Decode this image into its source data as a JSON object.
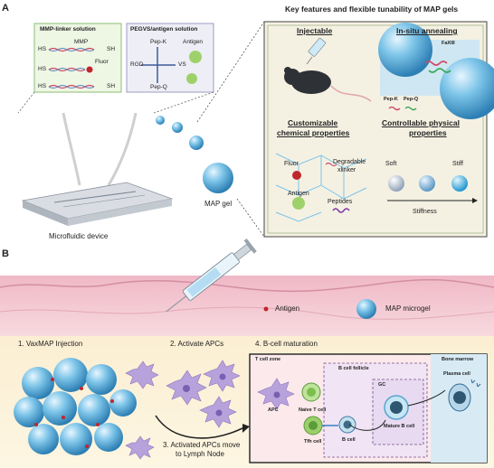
{
  "panel_a": {
    "letter": "A",
    "mmp_box": {
      "title": "MMP-linker solution",
      "rows": [
        {
          "left": "HS",
          "mid": "MMP",
          "right": "SH"
        },
        {
          "left": "HS",
          "mid": "Fluor",
          "right": ""
        },
        {
          "left": "HS",
          "mid": "",
          "right": "SH"
        }
      ]
    },
    "pegvs_box": {
      "title": "PEGVS/antigen solution",
      "pep_k": "Pep-K",
      "pep_q": "Pep-Q",
      "rgd": "RGD",
      "vs": "VS",
      "antigen": "Antigen"
    },
    "device_label": "Microfluidic device",
    "gel_label": "MAP gel",
    "features": {
      "title": "Key features and flexible tunability of MAP gels",
      "injectable": "Injectable",
      "insitu": "In-situ annealing",
      "faxiii": "FaXIII",
      "pepk": "Pep-K",
      "pepq": "Pep-Q",
      "chem_title_1": "Customizable",
      "chem_title_2": "chemical properties",
      "fluor": "Fluor",
      "degradable_1": "Degradable",
      "degradable_2": "xlinker",
      "antigen": "Antigen",
      "peptides": "Peptides",
      "phys_title_1": "Controllable physical",
      "phys_title_2": "properties",
      "soft": "Soft",
      "stiff": "Stiff",
      "stiffness": "Stiffness"
    }
  },
  "panel_b": {
    "letter": "B",
    "legend_antigen": "Antigen",
    "legend_microgel": "MAP microgel",
    "step1": "1. VaxMAP Injection",
    "step2": "2. Activate APCs",
    "step3_1": "3. Activated APCs move",
    "step3_2": "to Lymph Node",
    "step4": "4. B-cell maturation",
    "tcell_zone": "T cell zone",
    "bcell_follicle": "B cell follicle",
    "gc": "GC",
    "bone_marrow": "Bone marrow",
    "apc": "APC",
    "naive_t": "Naive T cell",
    "tfh": "Tfh cell",
    "bcell": "B cell",
    "mature_b": "Mature B cell",
    "plasma": "Plasma cell"
  },
  "colors": {
    "gel_blue": "#5fb3dc",
    "feature_bg": "#f4f1e3",
    "skin_pink": "#f3c7cf",
    "tissue_yellow": "#fbf1cf",
    "apc_purple": "#b8a2dc",
    "tcell_green": "#9ccf6a"
  }
}
